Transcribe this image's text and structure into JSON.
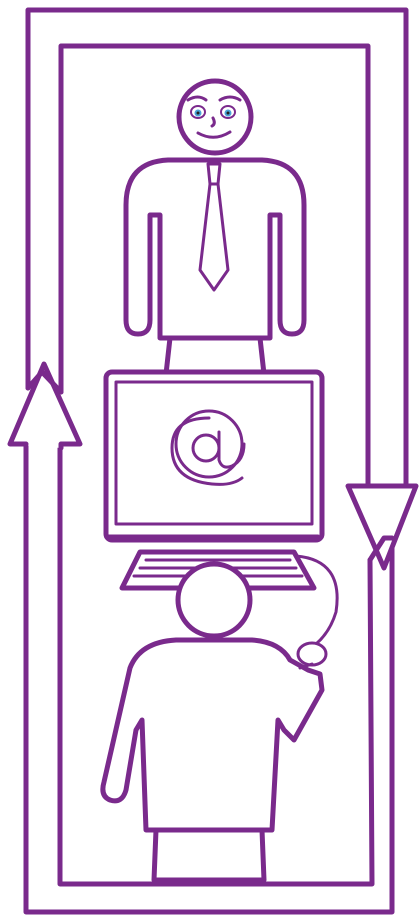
{
  "colors": {
    "primary_stroke": "#7a2a8c",
    "background": "#ffffff",
    "eye_iris": "#4aa3d8"
  },
  "figures": {
    "top": {
      "name": "man-with-tie",
      "facial_expression": "smiling"
    },
    "bottom": {
      "name": "woman-from-behind-using-mouse"
    }
  },
  "device": {
    "name": "computer-monitor",
    "screen_symbol": "@",
    "peripherals": [
      "keyboard",
      "mouse"
    ]
  },
  "flow": {
    "left_arrow_direction": "up",
    "right_arrow_direction": "down",
    "type": "cycle"
  }
}
